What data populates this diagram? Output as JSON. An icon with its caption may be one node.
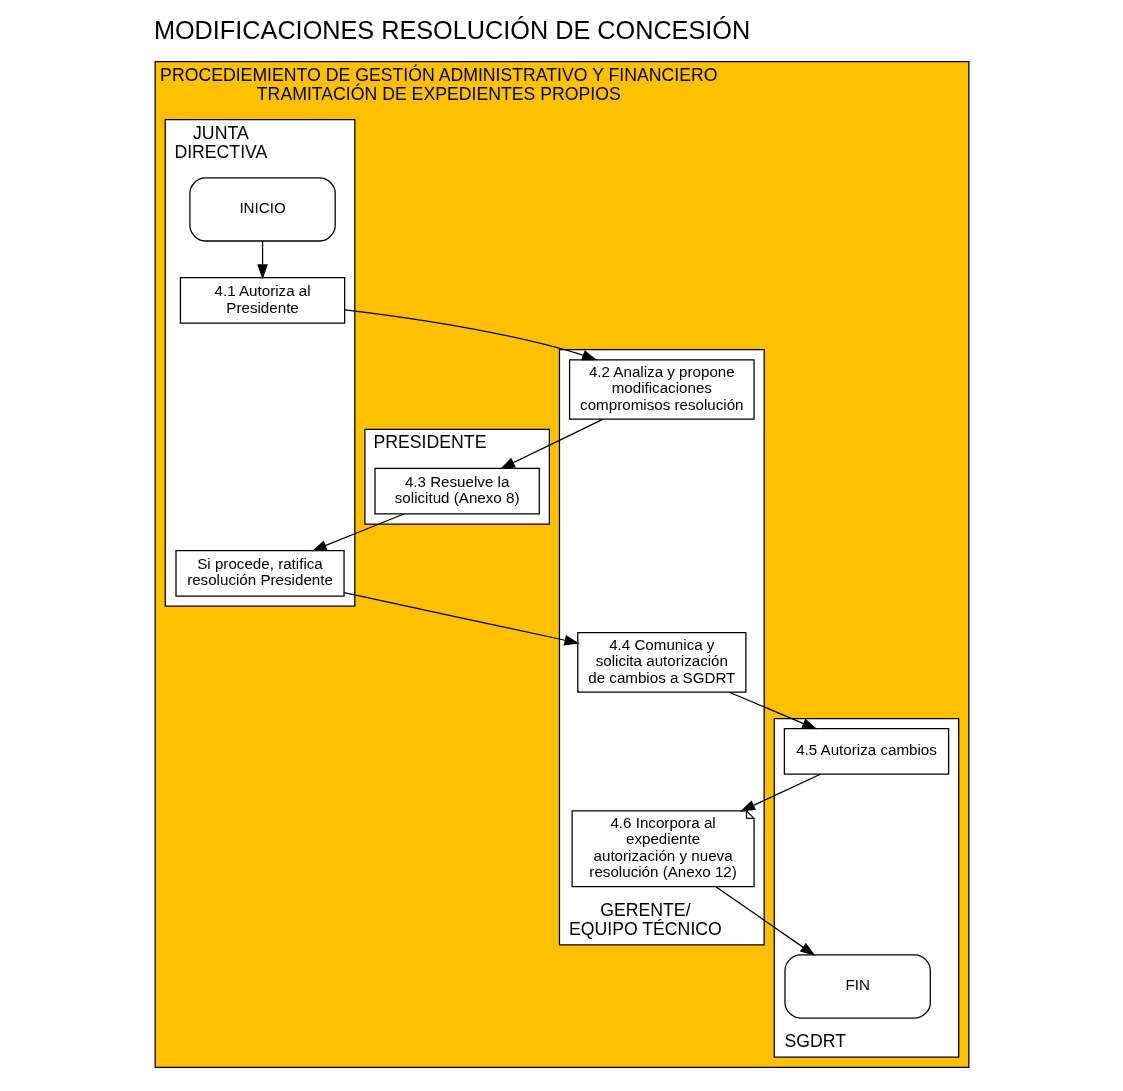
{
  "diagram": {
    "title": "MODIFICACIONES RESOLUCIÓN DE CONCESIÓN",
    "nodes": [
      {
        "text": [
          "PROCEDIEMIENTO DE GESTIÓN ADMINISTRATIVO Y FINANCIERO TRAMITACIÓN DE EXPEDIENTES PROPIOS"
        ]
      },
      {
        "text": [
          "JUNTA DIRECTIVA"
        ],
        "in": 0
      },
      {
        "text": [
          "PRESIDENTE"
        ],
        "in": 0
      },
      {
        "text": [
          "GERENTE/ EQUIPO TÉCNICO"
        ],
        "in": 0
      },
      {
        "text": [
          "SGDRT"
        ],
        "in": 0
      },
      {
        "text": [
          "INICIO"
        ],
        "in": 1
      },
      {
        "text": [
          "4.1 Autoriza al Presidente"
        ],
        "in": 1
      },
      {
        "text": [
          "4.2 Analiza y propone modificaciones compromisos resolución"
        ],
        "in": 3
      },
      {
        "text": [
          "4.3 Resuelve la solicitud (Anexo 8)"
        ],
        "in": 2
      },
      {
        "text": [
          "Si procede, ratifica resolución Presidente"
        ],
        "in": 1
      },
      {
        "text": [
          "4.4 Comunica y solicita autorización de cambios a SGDRT"
        ],
        "in": 3
      },
      {
        "text": [
          "4.5 Autoriza cambios"
        ],
        "in": 4
      },
      {
        "text": [
          "4.6 Incorpora al expediente autorización y nueva resolución (Anexo 12)"
        ],
        "in": 3
      },
      {
        "text": [
          "FIN"
        ],
        "in": 4
      }
    ],
    "edges": [
      {
        "from": 5,
        "to": 6,
        "arrow": "to"
      },
      {
        "from": 6,
        "to": 7,
        "arrow": "to"
      },
      {
        "from": 7,
        "to": 8,
        "arrow": "to"
      },
      {
        "from": 8,
        "to": 9,
        "arrow": "to"
      },
      {
        "from": 9,
        "to": 10,
        "arrow": "to"
      },
      {
        "from": 10,
        "to": 11,
        "arrow": "to"
      },
      {
        "from": 11,
        "to": 12,
        "arrow": "to"
      },
      {
        "from": 12,
        "to": 13,
        "arrow": "to"
      }
    ]
  }
}
